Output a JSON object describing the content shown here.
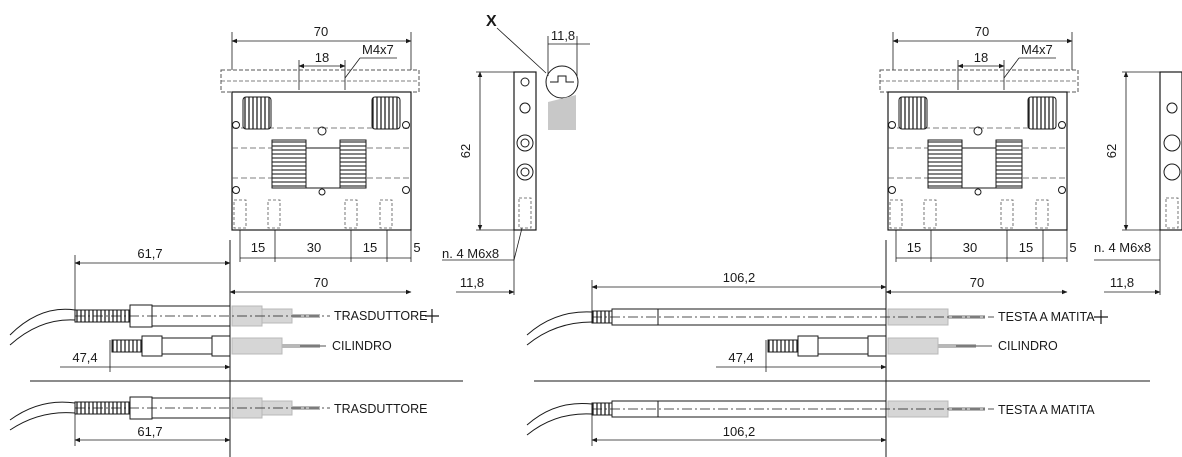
{
  "colors": {
    "line": "#1a1a1a",
    "ghost": "#d6d6d6",
    "ghost_stroke": "#b8b8b8",
    "hatch": "#555555"
  },
  "left": {
    "top_dims": {
      "width_70": "70",
      "pitch_18": "18",
      "thread": "M4x7",
      "height_62": "62"
    },
    "bottom_dims": {
      "d15a": "15",
      "d30": "30",
      "d15b": "15",
      "d5": "5"
    },
    "holes": "n. 4 M6x8",
    "offset_118": "11,8",
    "detail_x": "X",
    "detail_118": "11,8",
    "d617": "61,7",
    "d70": "70",
    "d474": "47,4",
    "d617b": "61,7",
    "label_transducer_plus": "TRASDUTTORE",
    "label_cylinder": "CILINDRO",
    "label_transducer": "TRASDUTTORE"
  },
  "right": {
    "top_dims": {
      "width_70": "70",
      "pitch_18": "18",
      "thread": "M4x7",
      "height_62": "62"
    },
    "bottom_dims": {
      "d15a": "15",
      "d30": "30",
      "d15b": "15",
      "d5": "5"
    },
    "holes": "n. 4 M6x8",
    "offset_118": "11,8",
    "d1062": "106,2",
    "d70": "70",
    "d474": "47,4",
    "d1062b": "106,2",
    "label_pencil_plus": "TESTA A MATITA",
    "label_cylinder": "CILINDRO",
    "label_pencil": "TESTA A MATITA"
  }
}
